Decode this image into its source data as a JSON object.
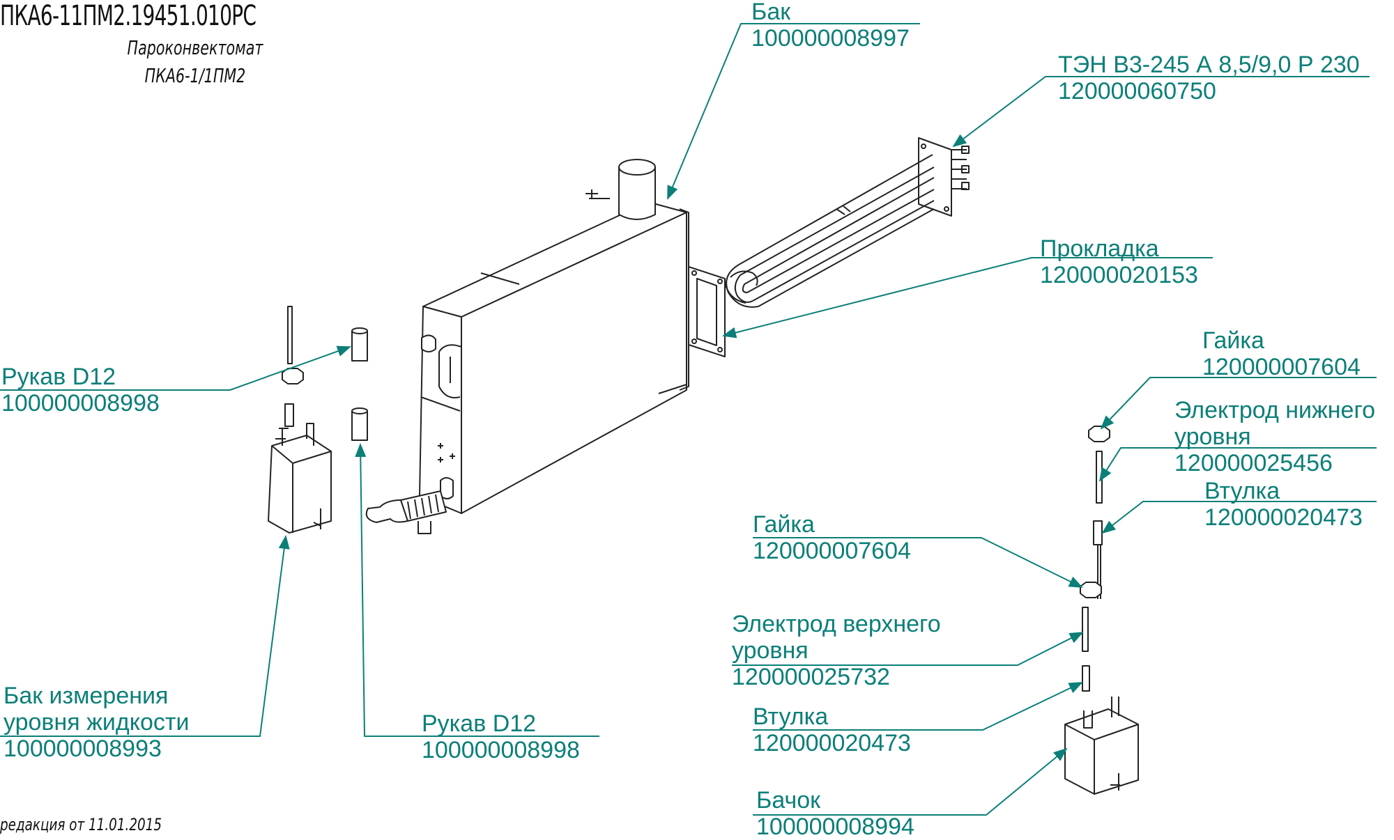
{
  "header": {
    "doc_code": "ПКА6-11ПМ2.19451.010РС",
    "product_line1": "Пароконвектомат",
    "product_line2": "ПКА6-1/1ПМ2",
    "revision": "редакция от 11.01.2015"
  },
  "colors": {
    "label": "#0b7f78",
    "drawing": "#222222",
    "header": "#111111"
  },
  "callouts": [
    {
      "id": "bak",
      "name": "Бак",
      "code": "100000008997"
    },
    {
      "id": "ten",
      "name": "ТЭН В3-245 А 8,5/9,0 Р 230",
      "code": "120000060750"
    },
    {
      "id": "prokladka",
      "name": "Прокладка",
      "code": "120000020153"
    },
    {
      "id": "gaika1",
      "name": "Гайка",
      "code": "120000007604"
    },
    {
      "id": "elektrod-nizh",
      "name": "Электрод нижнего",
      "name2": "уровня",
      "code": "120000025456"
    },
    {
      "id": "vtulka1",
      "name": "Втулка",
      "code": "120000020473"
    },
    {
      "id": "gaika2",
      "name": "Гайка",
      "code": "120000007604"
    },
    {
      "id": "elektrod-verh",
      "name": "Электрод верхнего",
      "name2": "уровня",
      "code": "120000025732"
    },
    {
      "id": "vtulka2",
      "name": "Втулка",
      "code": "120000020473"
    },
    {
      "id": "bachok",
      "name": "Бачок",
      "code": "100000008994"
    },
    {
      "id": "rukav1",
      "name": "Рукав D12",
      "code": "100000008998"
    },
    {
      "id": "bak-izm",
      "name": "Бак измерения",
      "name2": "уровня жидкости",
      "code": "100000008993"
    },
    {
      "id": "rukav2",
      "name": "Рукав D12",
      "code": "100000008998"
    }
  ]
}
